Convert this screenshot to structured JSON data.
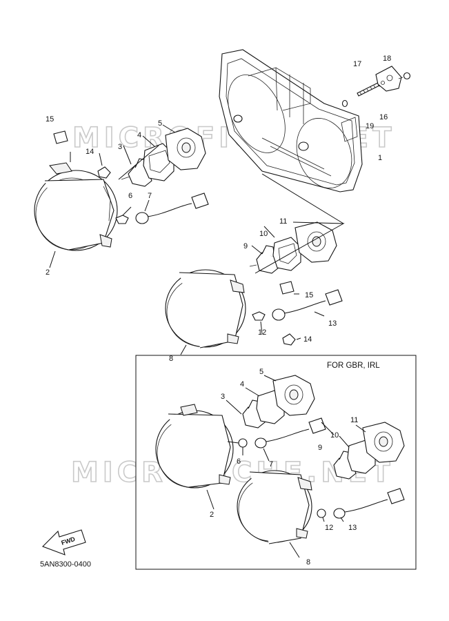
{
  "watermark": "MICROFICHE.NET",
  "variant_note": "FOR GBR, IRL",
  "drawing_code": "5AN8300-0400",
  "fwd_label": "FWD",
  "callouts": {
    "c1": "1",
    "c2": "2",
    "c3": "3",
    "c4": "4",
    "c5": "5",
    "c6": "6",
    "c7": "7",
    "c8": "8",
    "c9": "9",
    "c10": "10",
    "c11": "11",
    "c12": "12",
    "c13": "13",
    "c14": "14",
    "c15": "15",
    "c16": "16",
    "c17": "17",
    "c18": "18",
    "c19": "19",
    "g2": "2",
    "g3": "3",
    "g4": "4",
    "g5": "5",
    "g6": "6",
    "g7": "7",
    "g8": "8",
    "g9": "9",
    "g10": "10",
    "g11": "11",
    "g12": "12",
    "g13": "13",
    "c14b": "14",
    "c15b": "15"
  }
}
